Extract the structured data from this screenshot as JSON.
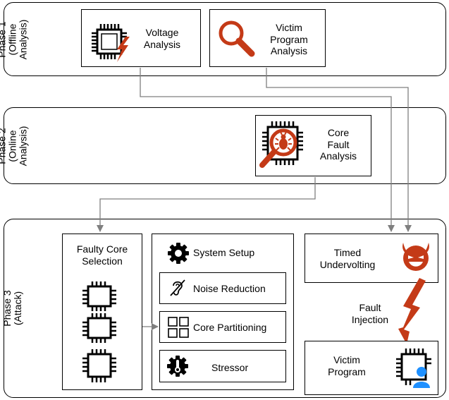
{
  "phases": {
    "phase1": {
      "lines": [
        "Phase 1",
        "(Offline",
        "Analysis)"
      ]
    },
    "phase2": {
      "lines": [
        "Phase 2",
        "(Online",
        "Analysis)"
      ]
    },
    "phase3": {
      "lines": [
        "Phase 3",
        "(Attack)"
      ]
    }
  },
  "boxes": {
    "voltage_analysis": {
      "lines": [
        "Voltage",
        "Analysis"
      ],
      "icon": "chip-with-lightning-icon"
    },
    "victim_program_analysis": {
      "lines": [
        "Victim",
        "Program",
        "Analysis"
      ],
      "icon": "magnifier-icon"
    },
    "core_fault_analysis": {
      "lines": [
        "Core",
        "Fault",
        "Analysis"
      ],
      "icon": "chip-bug-magnifier-icon"
    },
    "faulty_core_selection": {
      "lines": [
        "Faulty Core",
        "Selection"
      ],
      "icon": "chip-icon"
    },
    "system_setup": {
      "label": "System Setup",
      "icon": "gear-icon"
    },
    "noise_reduction": {
      "label": "Noise Reduction",
      "icon": "ear-muted-icon"
    },
    "core_partitioning": {
      "label": "Core Partitioning",
      "icon": "grid-icon"
    },
    "stressor": {
      "label": "Stressor",
      "icon": "thermometer-gear-icon"
    },
    "timed_undervolting": {
      "lines": [
        "Timed",
        "Undervolting"
      ],
      "icon": "devil-icon"
    },
    "fault_injection": {
      "lines": [
        "Fault",
        "Injection"
      ],
      "icon": "lightning-icon"
    },
    "victim_program": {
      "lines": [
        "Victim",
        "Program"
      ],
      "icon": "chip-user-icon"
    }
  },
  "colors": {
    "accent": "#c43a17",
    "user": "#1e90ff",
    "arrow": "#7f7f7f"
  }
}
